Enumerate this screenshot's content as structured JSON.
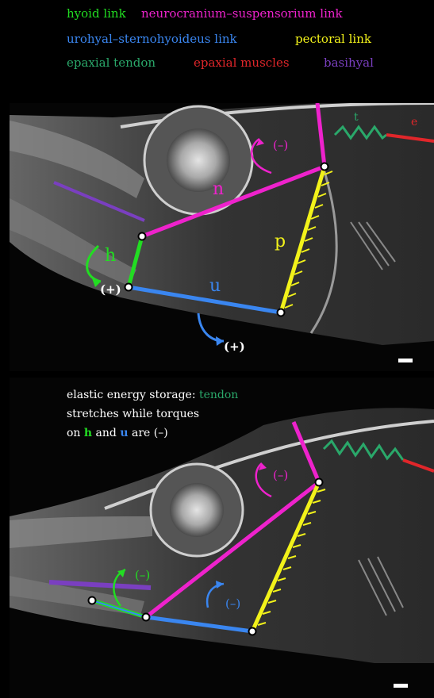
{
  "legend": {
    "hyoid": "hyoid link",
    "neurocranium": "neurocranium–suspensorium link",
    "urohyal": "urohyal–sternohyoideus link",
    "pectoral": "pectoral link",
    "epaxial_tendon": "epaxial tendon",
    "epaxial_muscles": "epaxial muscles",
    "basihyal": "basihyal"
  },
  "colors": {
    "hyoid": "#22dd22",
    "neurocranium": "#ee22cc",
    "urohyal": "#3a86f0",
    "pectoral": "#f2f21a",
    "tendon": "#2aa86a",
    "muscles": "#e0262a",
    "basihyal": "#7a3fc0"
  },
  "top_panel": {
    "link_h": "h",
    "link_n": "n",
    "link_p": "p",
    "link_u": "u",
    "link_t": "t",
    "link_e": "e",
    "torque_n": "(–)",
    "torque_h": "(+)",
    "torque_u": "(+)"
  },
  "bottom_panel": {
    "note_line1_a": "elastic energy storage: ",
    "note_line1_b": "tendon",
    "note_line2": "stretches while torques",
    "note_line3_a": "on ",
    "note_line3_h": "h",
    "note_line3_mid": " and ",
    "note_line3_u": "u",
    "note_line3_end": " are (–)",
    "torque_n": "(–)",
    "torque_h": "(–)",
    "torque_u": "(–)"
  }
}
